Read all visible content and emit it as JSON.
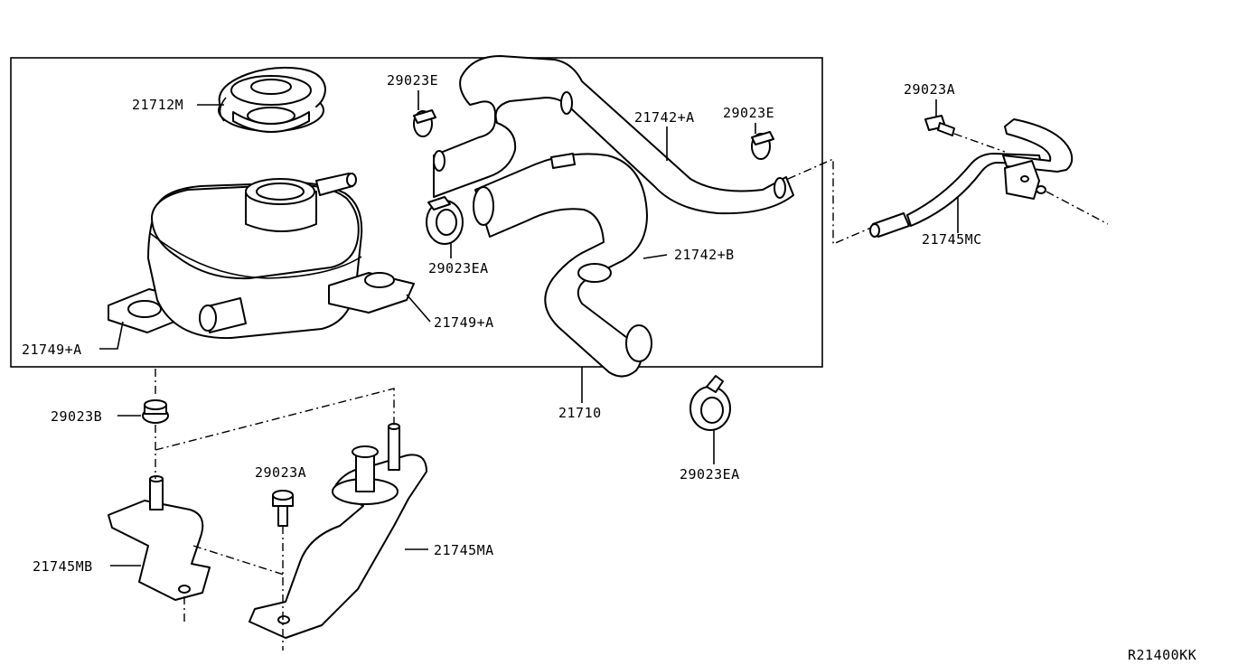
{
  "diagram_code": "R21400KK",
  "labels": {
    "cap": "21712M",
    "clamp_top_left": "29023E",
    "clamp_top_right": "29023E",
    "hose_a": "21742+A",
    "hose_b": "21742+B",
    "clamp_ea_inner": "29023EA",
    "clamp_ea_outer": "29023EA",
    "bracket_clip_right": "21749+A",
    "bracket_clip_left": "21749+A",
    "tank_assembly": "21710",
    "bolt_right": "29023A",
    "bolt_lower": "29023A",
    "pipe_mc": "21745MC",
    "nut_b": "29023B",
    "bracket_mb": "21745MB",
    "bracket_ma": "21745MA"
  }
}
